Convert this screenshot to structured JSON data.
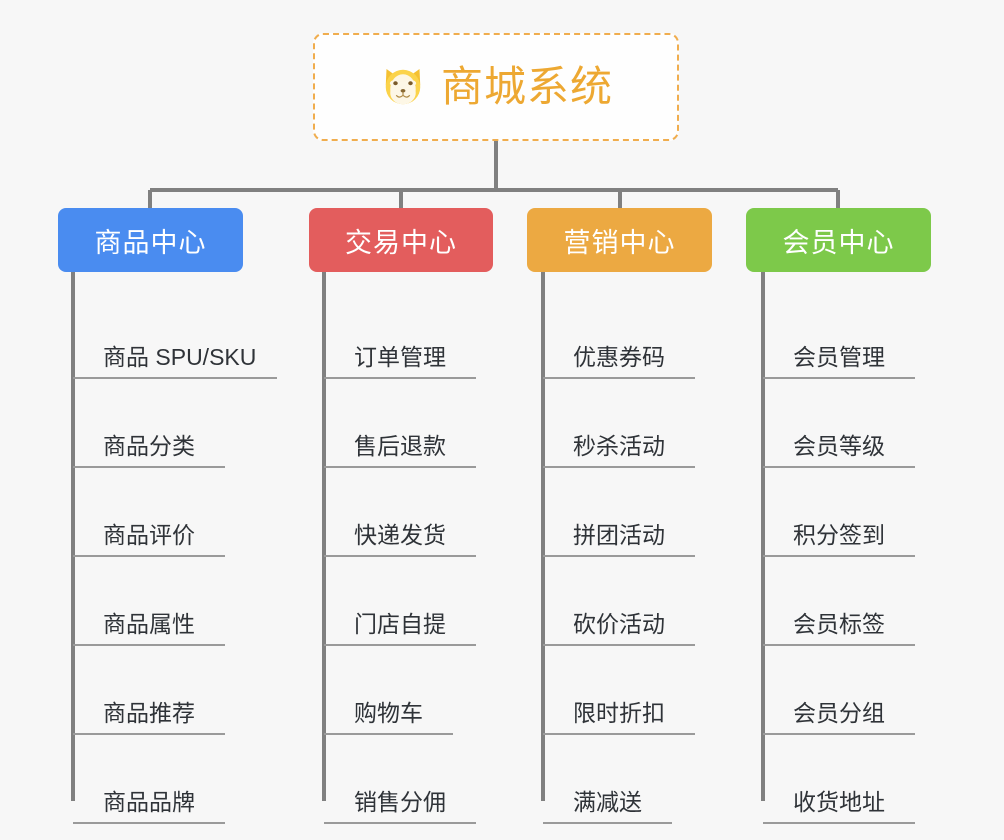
{
  "diagram": {
    "type": "org-tree",
    "background_color": "#f7f7f7",
    "root": {
      "label": "商城系统",
      "icon": "shiba-dog-face-icon",
      "text_color": "#eda832",
      "border_color": "#f0ad4e",
      "background_color": "#fefefe"
    },
    "branches": [
      {
        "label": "商品中心",
        "color": "#4a8cf0",
        "children": [
          "商品 SPU/SKU",
          "商品分类",
          "商品评价",
          "商品属性",
          "商品推荐",
          "商品品牌"
        ]
      },
      {
        "label": "交易中心",
        "color": "#e35d5d",
        "children": [
          "订单管理",
          "售后退款",
          "快递发货",
          "门店自提",
          "购物车",
          "销售分佣"
        ]
      },
      {
        "label": "营销中心",
        "color": "#eca942",
        "children": [
          "优惠券码",
          "秒杀活动",
          "拼团活动",
          "砍价活动",
          "限时折扣",
          "满减送"
        ]
      },
      {
        "label": "会员中心",
        "color": "#7dc94a",
        "children": [
          "会员管理",
          "会员等级",
          "积分签到",
          "会员标签",
          "会员分组",
          "收货地址"
        ]
      }
    ],
    "connector_color": "#808080"
  }
}
